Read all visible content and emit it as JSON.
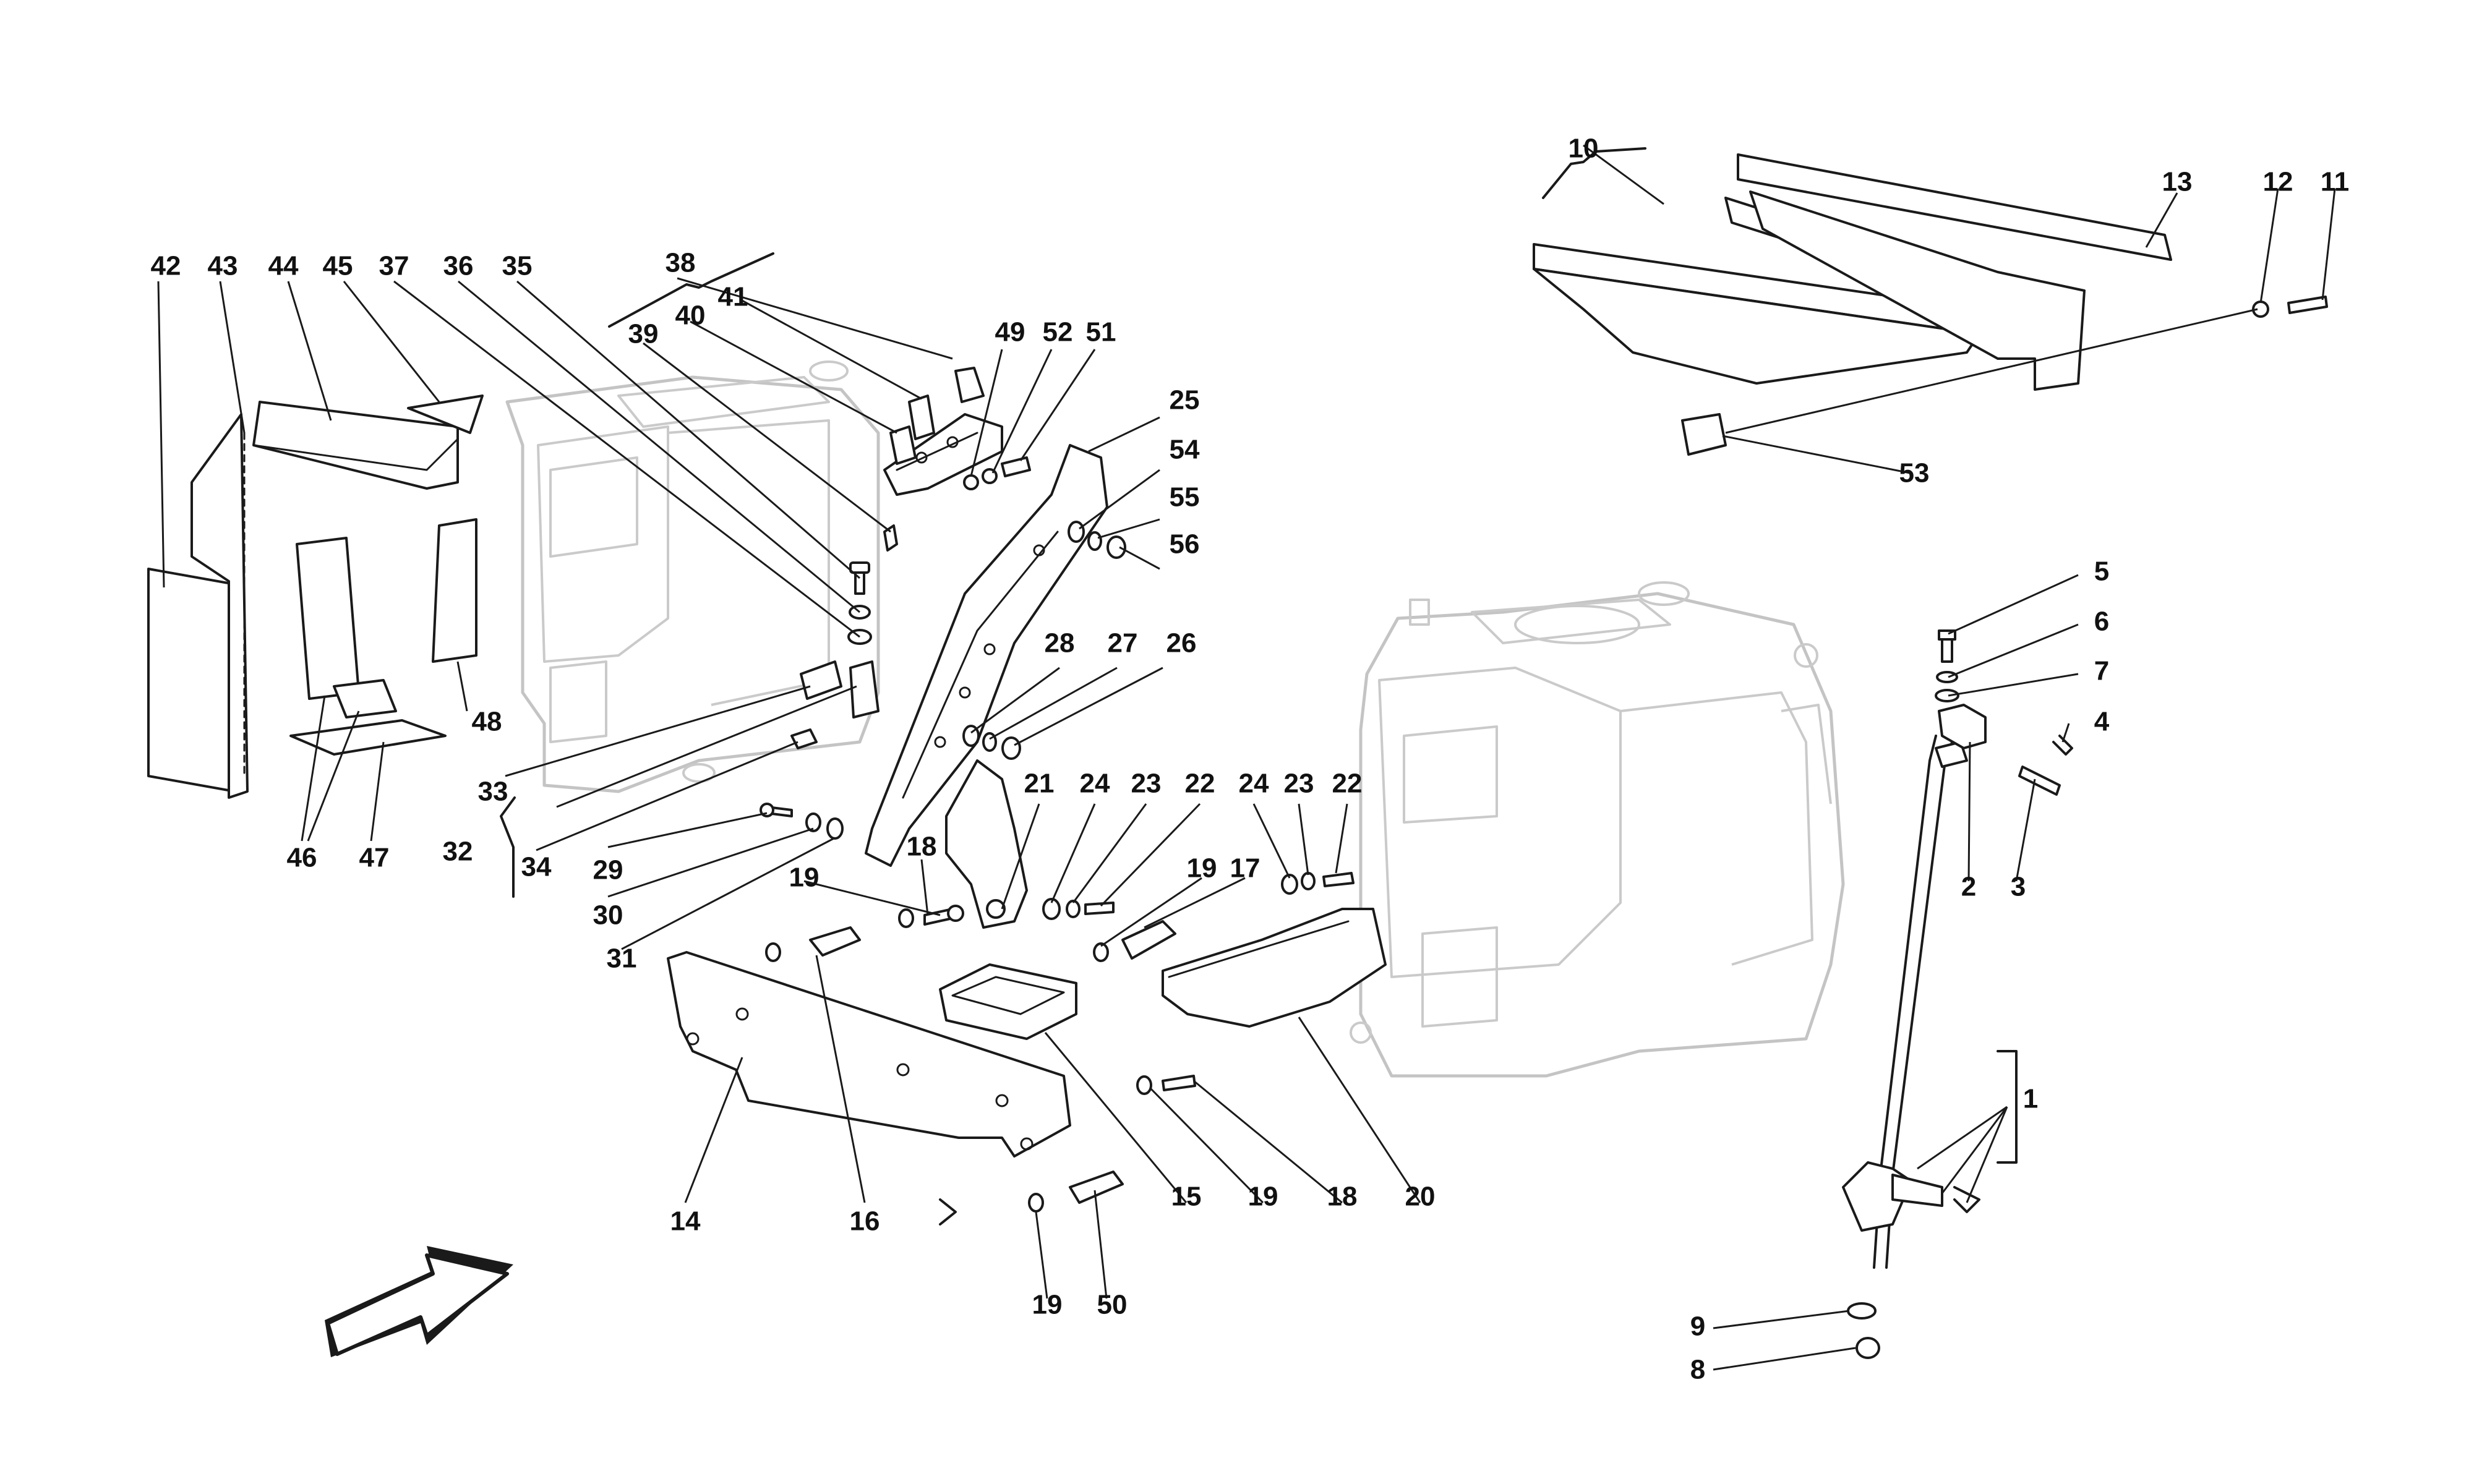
{
  "diagram": {
    "callouts": [
      {
        "id": "c1",
        "label": "1"
      },
      {
        "id": "c2",
        "label": "2"
      },
      {
        "id": "c3",
        "label": "3"
      },
      {
        "id": "c4",
        "label": "4"
      },
      {
        "id": "c5",
        "label": "5"
      },
      {
        "id": "c6",
        "label": "6"
      },
      {
        "id": "c7",
        "label": "7"
      },
      {
        "id": "c8",
        "label": "8"
      },
      {
        "id": "c9",
        "label": "9"
      },
      {
        "id": "c10",
        "label": "10"
      },
      {
        "id": "c11",
        "label": "11"
      },
      {
        "id": "c12",
        "label": "12"
      },
      {
        "id": "c13",
        "label": "13"
      },
      {
        "id": "c14",
        "label": "14"
      },
      {
        "id": "c15",
        "label": "15"
      },
      {
        "id": "c16",
        "label": "16"
      },
      {
        "id": "c17",
        "label": "17"
      },
      {
        "id": "c18a",
        "label": "18"
      },
      {
        "id": "c18b",
        "label": "18"
      },
      {
        "id": "c19a",
        "label": "19"
      },
      {
        "id": "c19b",
        "label": "19"
      },
      {
        "id": "c19c",
        "label": "19"
      },
      {
        "id": "c19d",
        "label": "19"
      },
      {
        "id": "c20",
        "label": "20"
      },
      {
        "id": "c21",
        "label": "21"
      },
      {
        "id": "c22a",
        "label": "22"
      },
      {
        "id": "c22b",
        "label": "22"
      },
      {
        "id": "c23a",
        "label": "23"
      },
      {
        "id": "c23b",
        "label": "23"
      },
      {
        "id": "c24a",
        "label": "24"
      },
      {
        "id": "c24b",
        "label": "24"
      },
      {
        "id": "c25",
        "label": "25"
      },
      {
        "id": "c26",
        "label": "26"
      },
      {
        "id": "c27",
        "label": "27"
      },
      {
        "id": "c28",
        "label": "28"
      },
      {
        "id": "c29",
        "label": "29"
      },
      {
        "id": "c30",
        "label": "30"
      },
      {
        "id": "c31",
        "label": "31"
      },
      {
        "id": "c32",
        "label": "32"
      },
      {
        "id": "c33",
        "label": "33"
      },
      {
        "id": "c34",
        "label": "34"
      },
      {
        "id": "c35",
        "label": "35"
      },
      {
        "id": "c36",
        "label": "36"
      },
      {
        "id": "c37",
        "label": "37"
      },
      {
        "id": "c38",
        "label": "38"
      },
      {
        "id": "c39",
        "label": "39"
      },
      {
        "id": "c40",
        "label": "40"
      },
      {
        "id": "c41",
        "label": "41"
      },
      {
        "id": "c42",
        "label": "42"
      },
      {
        "id": "c43",
        "label": "43"
      },
      {
        "id": "c44",
        "label": "44"
      },
      {
        "id": "c45",
        "label": "45"
      },
      {
        "id": "c46",
        "label": "46"
      },
      {
        "id": "c47",
        "label": "47"
      },
      {
        "id": "c48",
        "label": "48"
      },
      {
        "id": "c49",
        "label": "49"
      },
      {
        "id": "c50",
        "label": "50"
      },
      {
        "id": "c51",
        "label": "51"
      },
      {
        "id": "c52",
        "label": "52"
      },
      {
        "id": "c53",
        "label": "53"
      },
      {
        "id": "c54",
        "label": "54"
      },
      {
        "id": "c55",
        "label": "55"
      },
      {
        "id": "c56",
        "label": "56"
      }
    ]
  }
}
